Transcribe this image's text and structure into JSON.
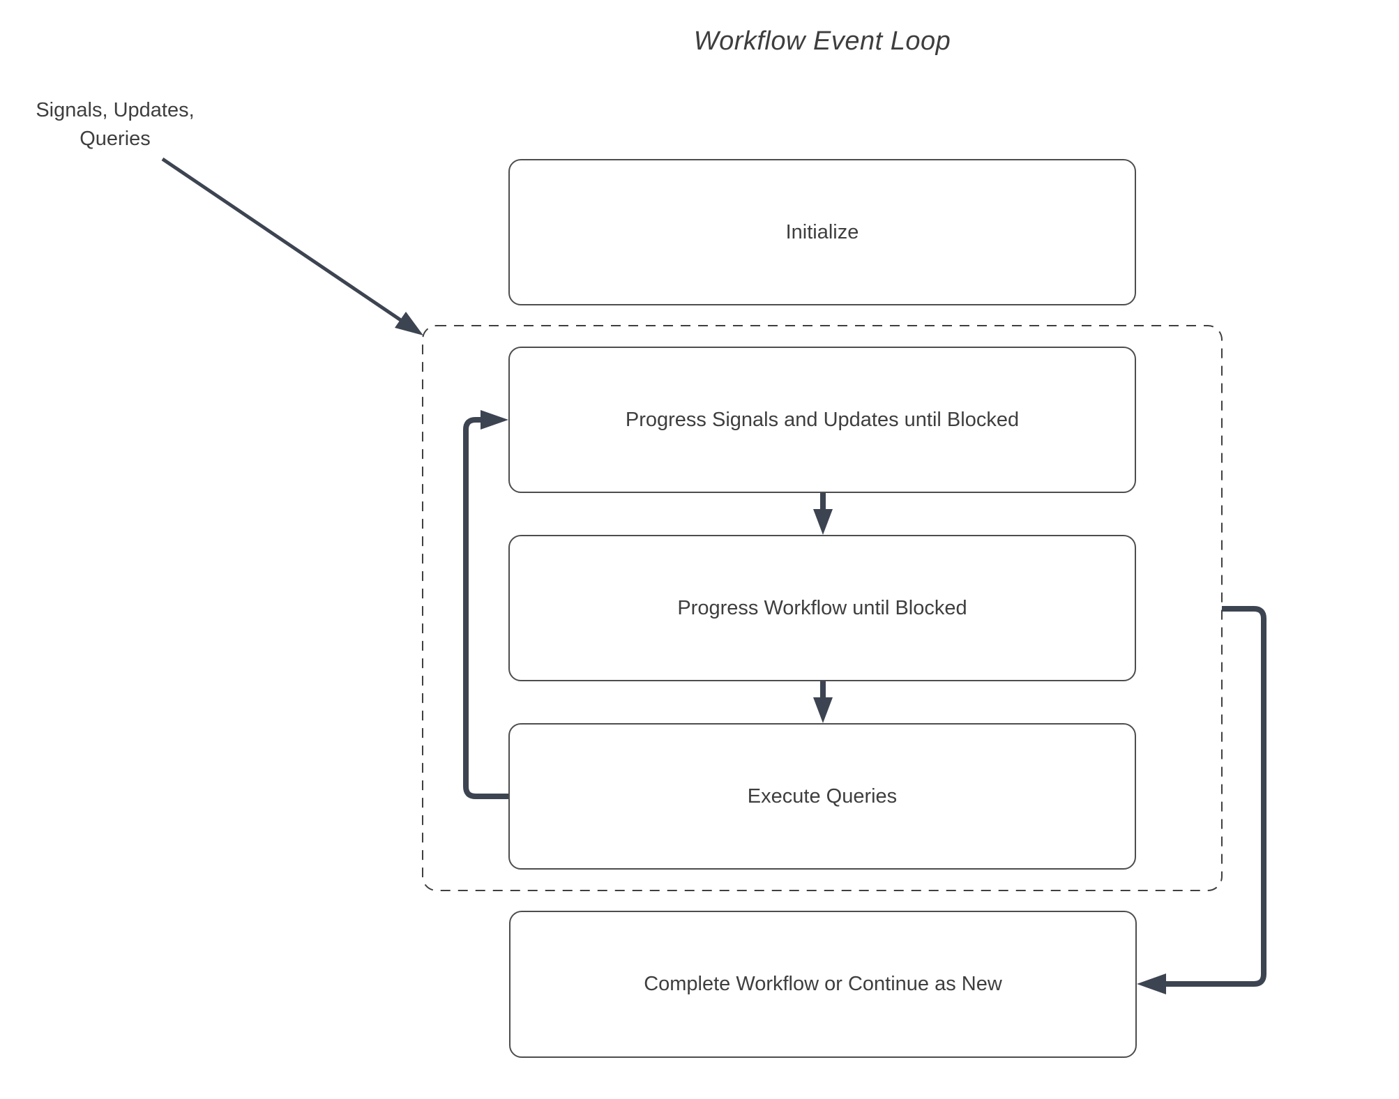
{
  "title": "Workflow Event Loop",
  "external_label": {
    "line1": "Signals, Updates,",
    "line2": "Queries"
  },
  "nodes": {
    "initialize": {
      "label": "Initialize"
    },
    "progress_signals": {
      "label": "Progress Signals and Updates until Blocked"
    },
    "progress_workflow": {
      "label": "Progress Workflow until Blocked"
    },
    "execute_queries": {
      "label": "Execute Queries"
    },
    "complete": {
      "label": "Complete Workflow or Continue as New"
    }
  },
  "colors": {
    "connector": "#3d4451",
    "box_border": "#4d4d4d",
    "dashed_border": "#3f3f3f",
    "text": "#3e3e3e",
    "background": "#ffffff"
  }
}
